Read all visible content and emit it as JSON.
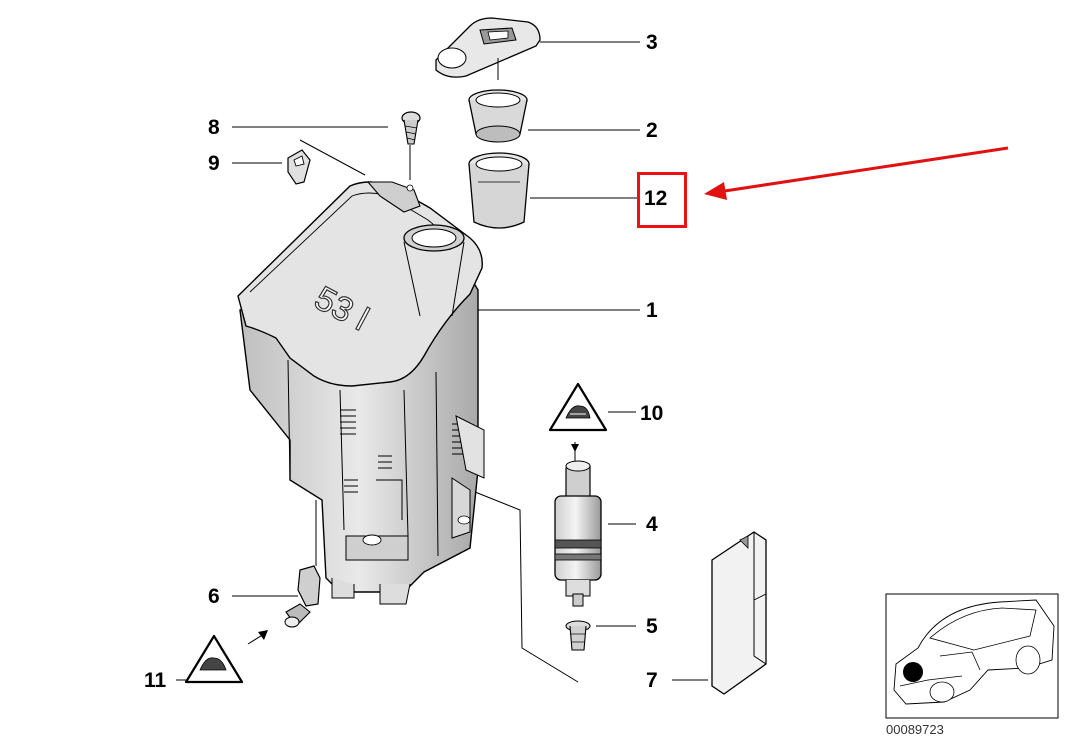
{
  "labels": {
    "p1": "1",
    "p2": "2",
    "p3": "3",
    "p4": "4",
    "p5": "5",
    "p6": "6",
    "p7": "7",
    "p8": "8",
    "p9": "9",
    "p10": "10",
    "p11": "11",
    "p12": "12"
  },
  "tank_marking": "53 l",
  "reference_code": "00089723",
  "colors": {
    "highlight": "#e11111",
    "line": "#000000",
    "shade": "#d8d8d8"
  }
}
